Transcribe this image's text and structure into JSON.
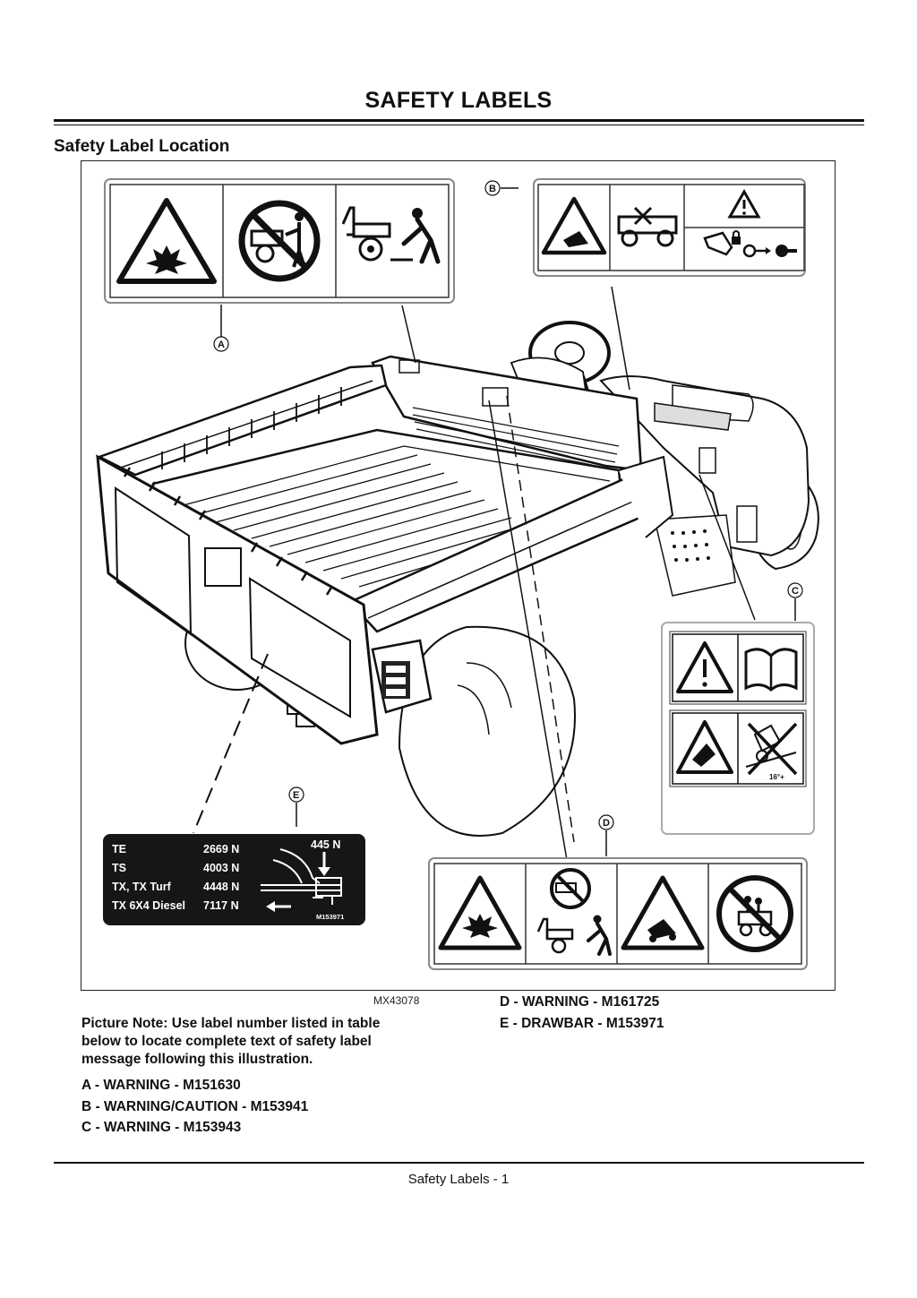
{
  "page": {
    "title": "SAFETY LABELS",
    "section_heading": "Safety Label Location",
    "figure_code": "MX43078",
    "picture_note": "Picture Note: Use label number listed in table below to locate complete text of safety label message following this illustration.",
    "footer": "Safety Labels - 1"
  },
  "legend": [
    {
      "letter": "A",
      "text": "A  - WARNING - M151630"
    },
    {
      "letter": "B",
      "text": "B  - WARNING/CAUTION - M153941"
    },
    {
      "letter": "C",
      "text": "C  - WARNING - M153943"
    },
    {
      "letter": "D",
      "text": "D  - WARNING - M161725"
    },
    {
      "letter": "E",
      "text": "E  - DRAWBAR - M153971"
    }
  ],
  "callouts": {
    "a": "A",
    "b": "B",
    "c": "C",
    "d": "D",
    "e": "E"
  },
  "drawbar_label": {
    "rows": [
      {
        "model": "TE",
        "force": "2669 N"
      },
      {
        "model": "TS",
        "force": "4003 N"
      },
      {
        "model": "TX, TX Turf",
        "force": "4448 N"
      },
      {
        "model": "TX 6X4 Diesel",
        "force": "7117 N"
      }
    ],
    "vertical_load": "445 N",
    "part_number": "M153971"
  },
  "label_c_slope": "16°+",
  "icons": [
    "warning-triangle-icon",
    "explosion-icon",
    "prohibited-icon",
    "operator-manual-icon",
    "key-icon",
    "padlock-icon",
    "arrow-icon"
  ]
}
